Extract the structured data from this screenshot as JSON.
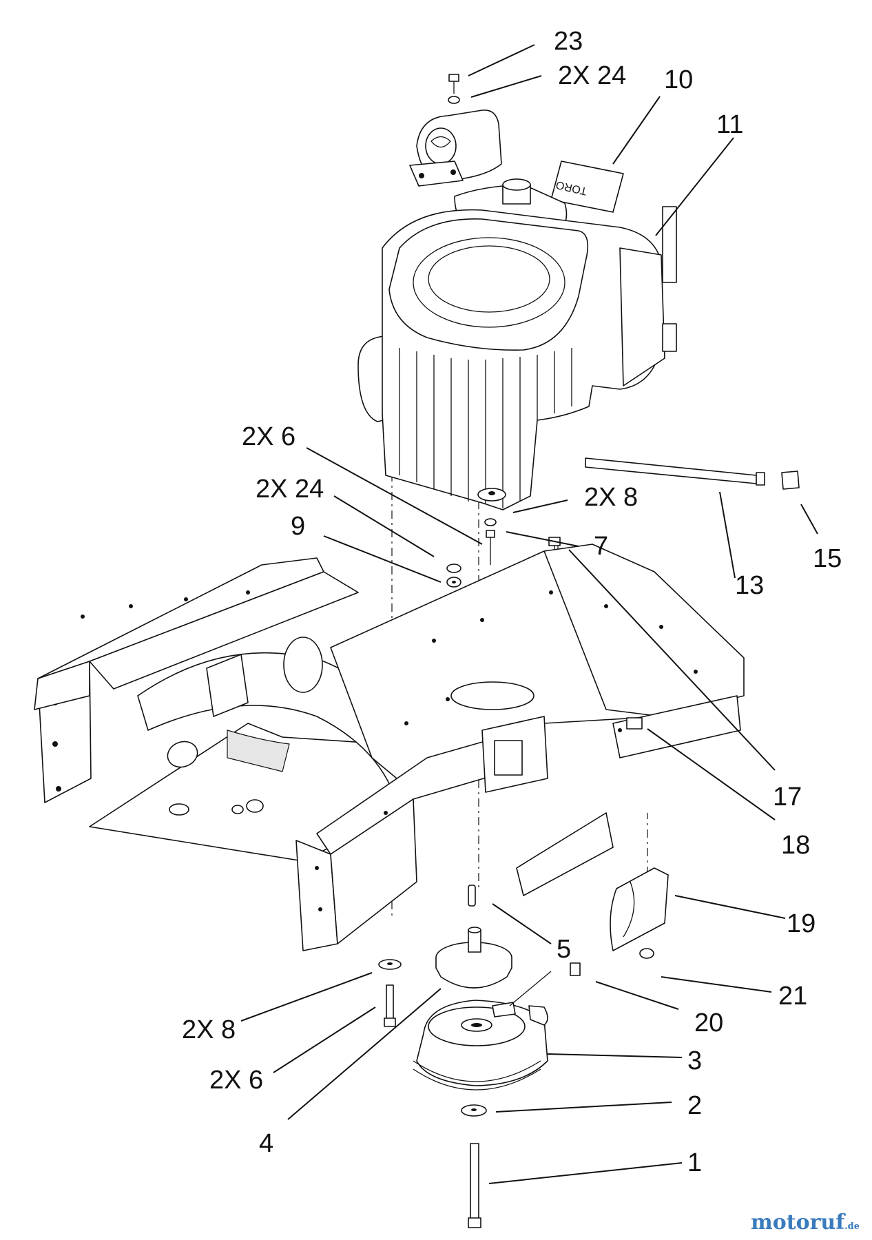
{
  "callouts": {
    "c23": "23",
    "c2x24_top": "2X 24",
    "c10": "10",
    "c11": "11",
    "c2x6_top": "2X 6",
    "c2x24_mid": "2X 24",
    "c9": "9",
    "c2x8_top": "2X 8",
    "c7": "7",
    "c13": "13",
    "c15": "15",
    "c17": "17",
    "c18": "18",
    "c19": "19",
    "c5": "5",
    "c21": "21",
    "c20": "20",
    "c2x8_bot": "2X 8",
    "c3": "3",
    "c2x6_bot": "2X 6",
    "c2": "2",
    "c4": "4",
    "c1": "1"
  },
  "decal_text": "TORO",
  "watermark": {
    "name": "motoruf",
    "domain": ".de",
    "color": "#3a7bbd"
  }
}
